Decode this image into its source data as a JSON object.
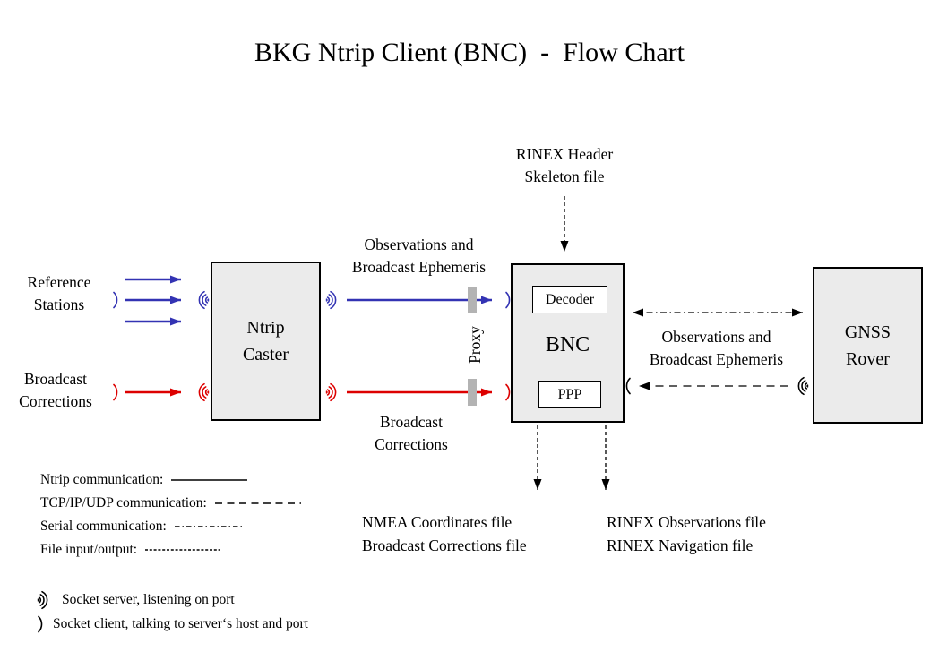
{
  "title": "BKG Ntrip Client (BNC)  -  Flow Chart",
  "colors": {
    "blue": "#3333b3",
    "red": "#dd0000",
    "box_fill": "#ebebeb",
    "proxy_bar": "#b3b3b3"
  },
  "labels": {
    "rinex_header": {
      "line1": "RINEX Header",
      "line2": "Skeleton file"
    },
    "reference_stations": {
      "line1": "Reference",
      "line2": "Stations"
    },
    "broadcast_corrections_left": {
      "line1": "Broadcast",
      "line2": "Corrections"
    },
    "obs_ephemeris_top": {
      "line1": "Observations and",
      "line2": "Broadcast Ephemeris"
    },
    "broadcast_corrections_mid": {
      "line1": "Broadcast",
      "line2": "Corrections"
    },
    "obs_ephemeris_right": {
      "line1": "Observations and",
      "line2": "Broadcast Ephemeris"
    },
    "proxy": "Proxy",
    "nmea_files": {
      "line1": "NMEA Coordinates file",
      "line2": "Broadcast Corrections file"
    },
    "rinex_files": {
      "line1": "RINEX Observations file",
      "line2": "RINEX Navigation file"
    }
  },
  "boxes": {
    "ntrip_caster": {
      "line1": "Ntrip",
      "line2": "Caster"
    },
    "bnc": {
      "label": "BNC",
      "decoder": "Decoder",
      "ppp": "PPP"
    },
    "gnss_rover": {
      "line1": "GNSS",
      "line2": "Rover"
    }
  },
  "legend": {
    "items": [
      {
        "label": "Ntrip communication:",
        "style": "solid"
      },
      {
        "label": "TCP/IP/UDP communication:",
        "style": "dashed"
      },
      {
        "label": "Serial communication:",
        "style": "dashdot"
      },
      {
        "label": "File input/output:",
        "style": "dotted"
      }
    ]
  },
  "socket_legend": {
    "server": "Socket server, listening on port",
    "client": "Socket client, talking to server‘s host and port"
  }
}
